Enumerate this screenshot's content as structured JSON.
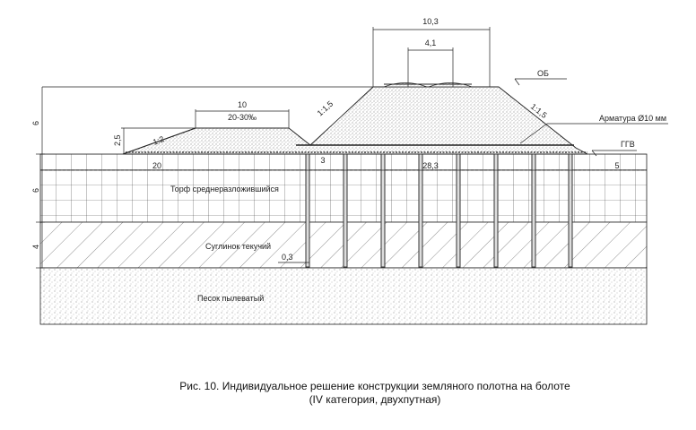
{
  "labels": {
    "top_width": "10,3",
    "track_spacing": "4,1",
    "ob": "ОБ",
    "berm_width": "10",
    "berm_slope_pct": "20-30‰",
    "slope_main_left": "1:1,5",
    "slope_main_right": "1:1,5",
    "slope_berm": "1:2",
    "rebar": "Арматура Ø10 мм",
    "ggv": "ГГВ",
    "berm_height": "2,5",
    "embankment_height": "6",
    "peat_depth": "6",
    "loam_depth": "4",
    "dim_left": "20",
    "dim_mid": "3",
    "dim_mid2": "28,3",
    "dim_right": "5",
    "pile_diameter": "0,3",
    "peat": "Торф среднеразложившийся",
    "loam": "Суглинок текучий",
    "sand": "Песок пылеватый"
  },
  "caption": {
    "line1": "Рис. 10. Индивидуальное решение конструкции земляного полотна на болоте",
    "line2": "(IV категория, двухпутная)"
  }
}
